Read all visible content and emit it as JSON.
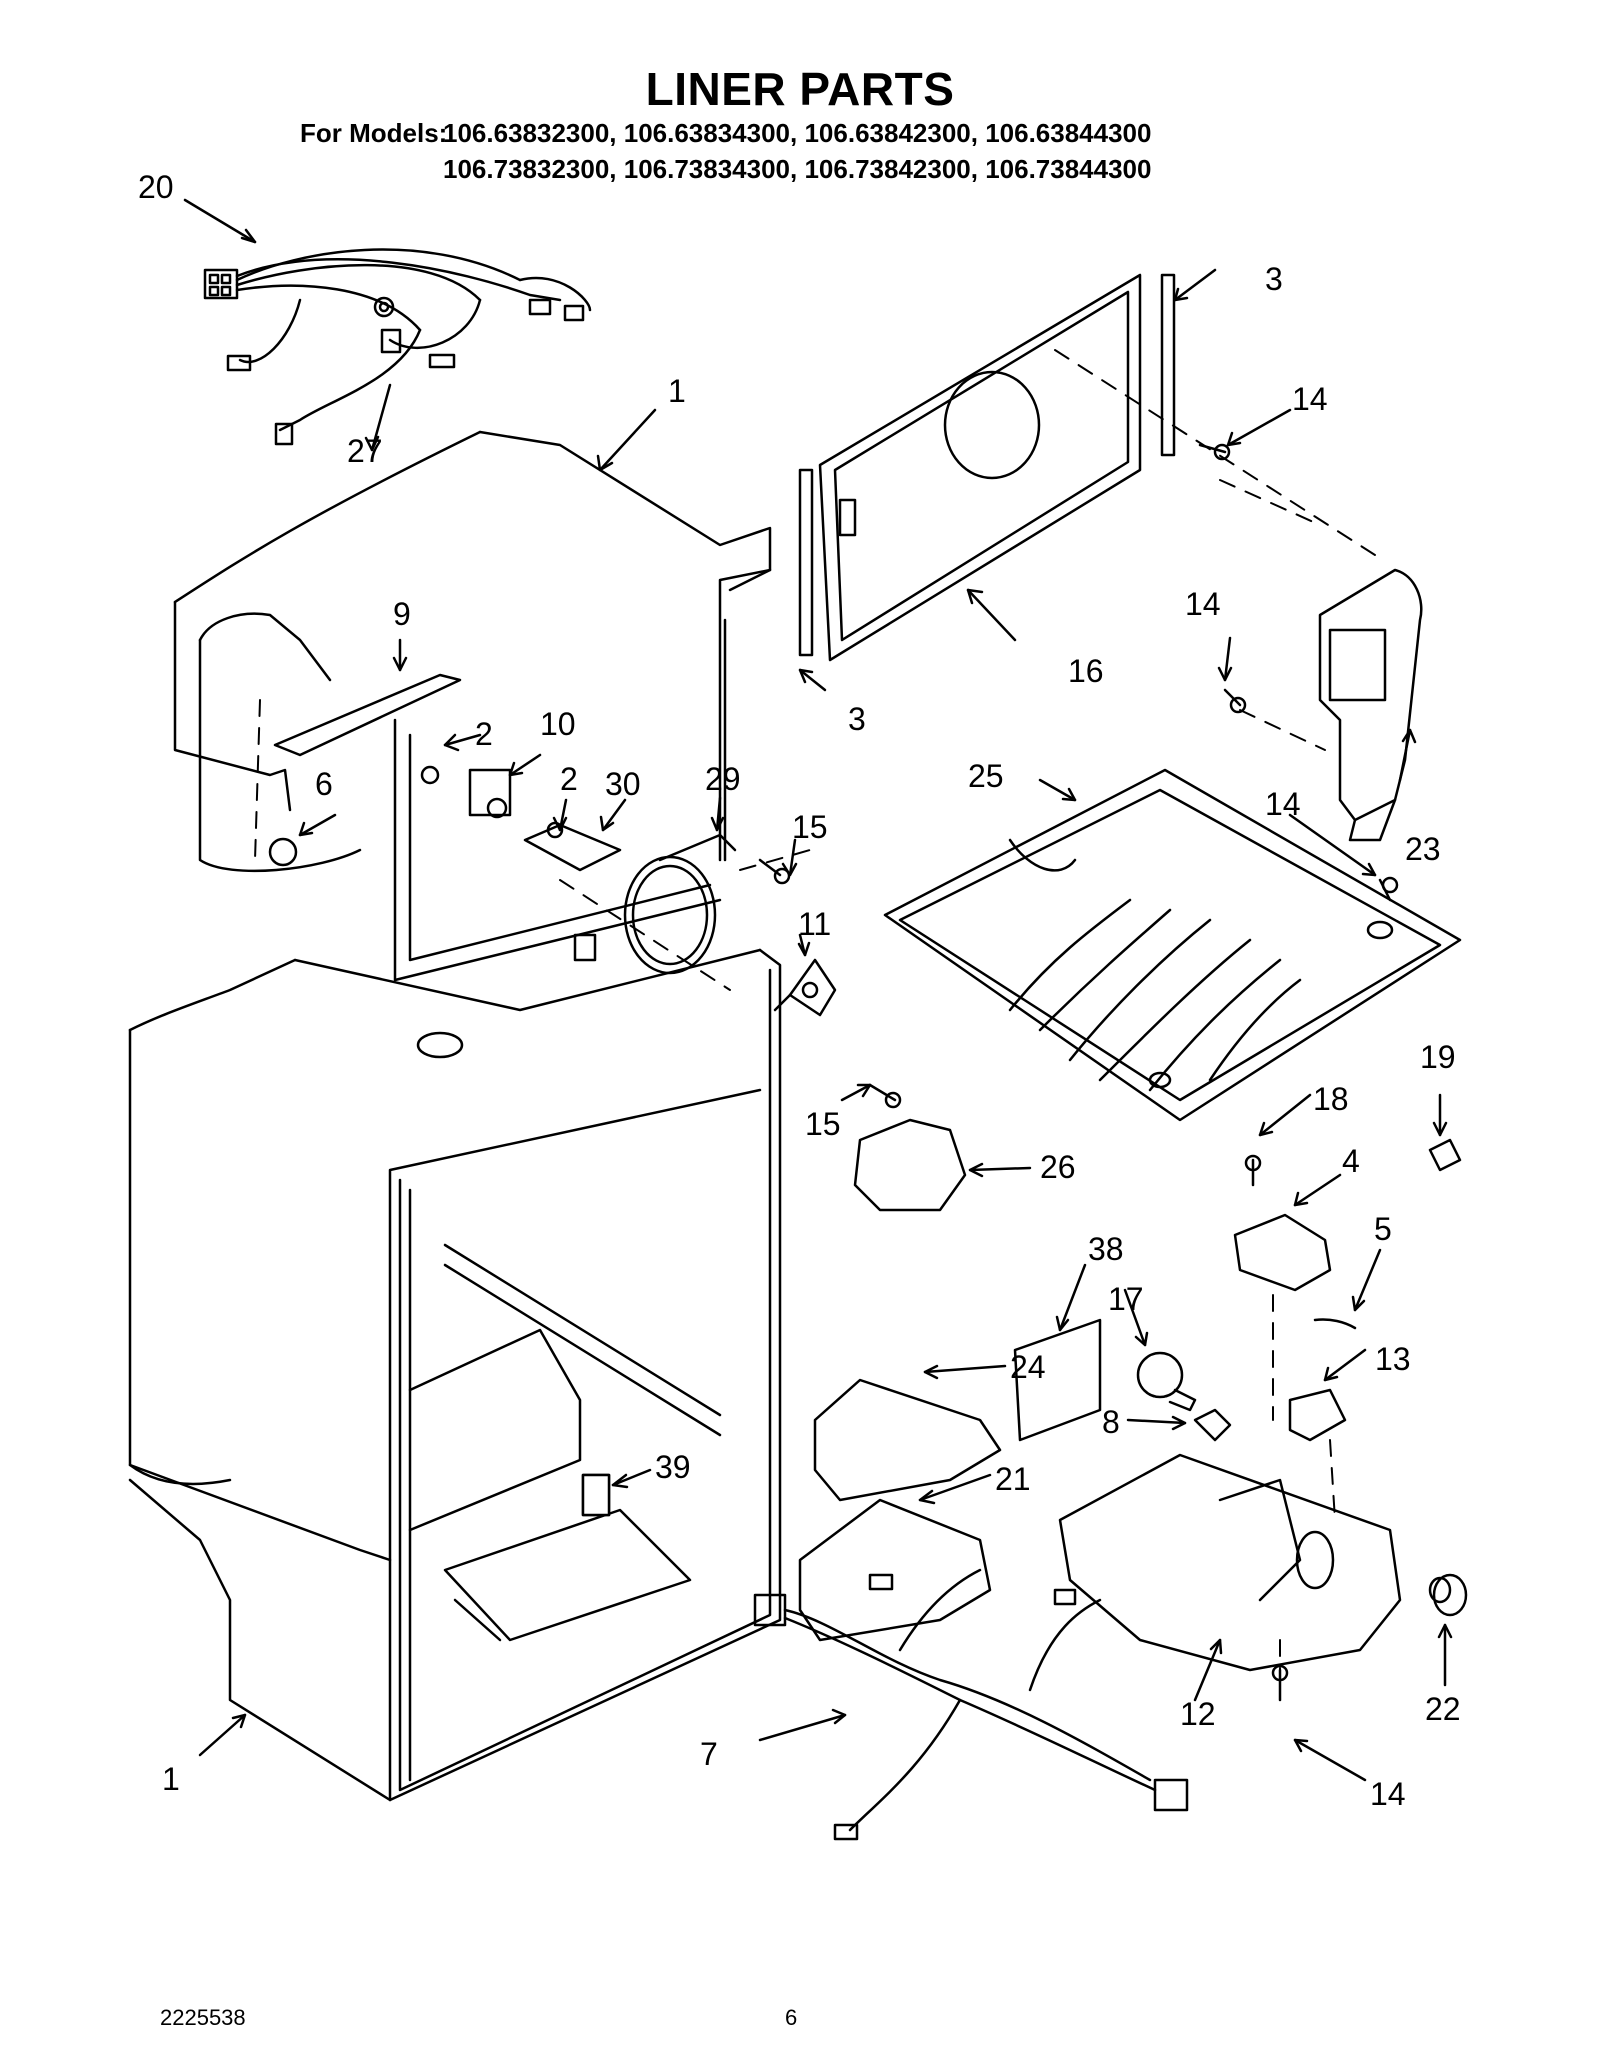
{
  "title": "LINER PARTS",
  "models_label": "For Models:",
  "models": [
    "106.63832300, 106.63834300, 106.63842300, 106.63844300",
    "106.73832300, 106.73834300, 106.73842300, 106.73844300"
  ],
  "callouts": [
    "20",
    "27",
    "1",
    "3",
    "14",
    "9",
    "2",
    "10",
    "6",
    "2",
    "30",
    "29",
    "15",
    "16",
    "3",
    "14",
    "23",
    "25",
    "14",
    "11",
    "15",
    "26",
    "19",
    "18",
    "4",
    "5",
    "38",
    "17",
    "24",
    "13",
    "8",
    "39",
    "21",
    "12",
    "22",
    "14",
    "7",
    "1"
  ],
  "footer": {
    "document_number": "2225538",
    "page_number": "6"
  }
}
